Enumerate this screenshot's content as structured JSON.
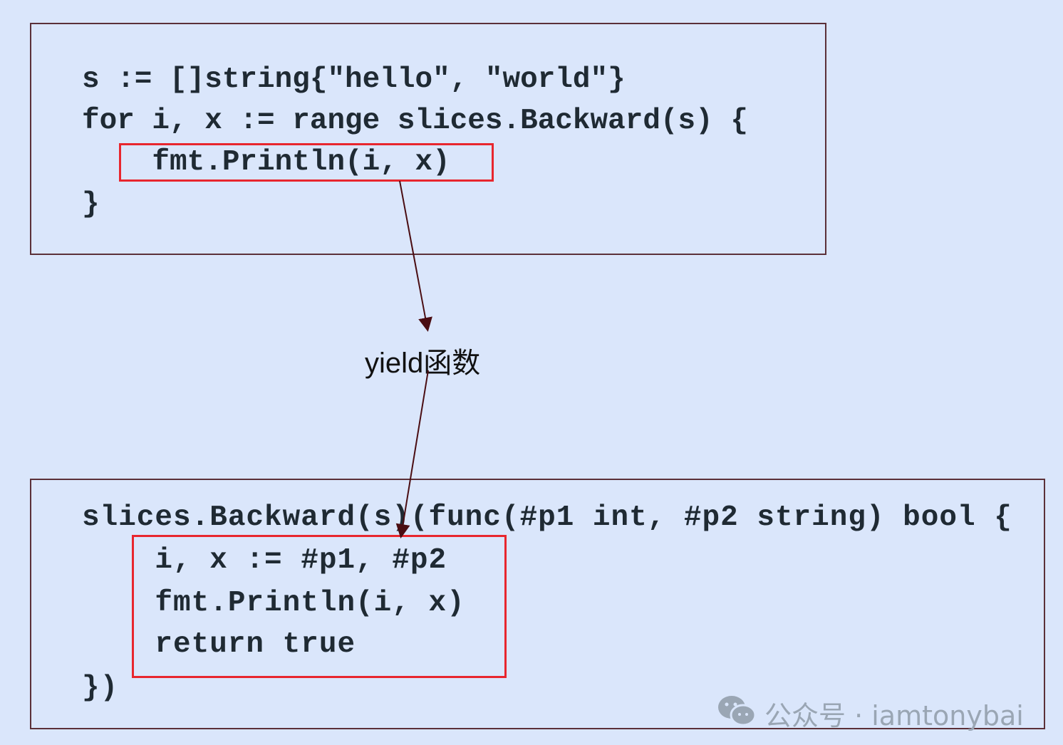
{
  "top_block": {
    "lines": [
      "s := []string{\"hello\", \"world\"}",
      "for i, x := range slices.Backward(s) {",
      "    fmt.Println(i, x)",
      "}"
    ]
  },
  "connector_label": "yield函数",
  "bottom_block": {
    "lines": [
      "slices.Backward(s)(func(#p1 int, #p2 string) bool {",
      "    i, x := #p1, #p2",
      "    fmt.Println(i, x)",
      "    return true",
      "})"
    ]
  },
  "watermark": {
    "text": "公众号 · iamtonybai",
    "icon": "wechat-icon"
  },
  "colors": {
    "background": "#dae6fb",
    "highlight": "#e8262e",
    "border": "#5b3038"
  }
}
